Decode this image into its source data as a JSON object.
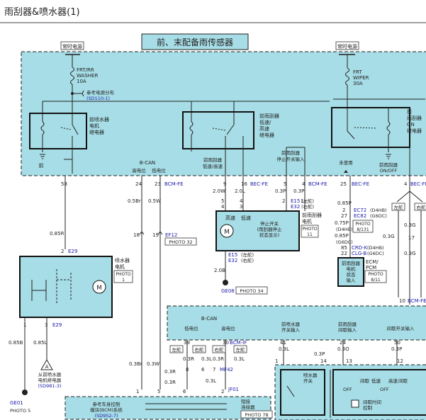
{
  "header": {
    "title": "雨刮器&喷水器(1)"
  },
  "banner": "前、末配备雨传感器",
  "power": {
    "left": {
      "label": "常时电源",
      "fuse": [
        "FRT/RR",
        "WASHER",
        "10A"
      ],
      "ref": "参考电源分布",
      "ref_code": "(SD110-1)"
    },
    "right": {
      "label": "常时电源",
      "fuse": [
        "FRT",
        "WIPER",
        "30A"
      ]
    }
  },
  "relays": {
    "washer": [
      "前喷水器",
      "电机",
      "继电器"
    ],
    "lowhigh": [
      "前雨刮器",
      "低速/",
      "高速",
      "继电器"
    ],
    "onrelay": [
      "前",
      "雨刮器",
      "ON",
      "继电器"
    ]
  },
  "misc": {
    "front": "前",
    "lowhigh_out": [
      "前雨刮器",
      "低速/高速"
    ],
    "stop_input": [
      "前雨刮器",
      "停止开关输入"
    ],
    "unused": "未使用",
    "onoff": [
      "前雨刮器",
      "ON/OFF"
    ],
    "bcan": "B-CAN",
    "low": "低电位",
    "high": "高电位"
  },
  "connectors": {
    "bcm_fe": "BCM-FE",
    "bec_fe": "BEC-FE",
    "ef12": "EF12",
    "photo32": "PHOTO 32",
    "e15": "E15",
    "e32": "E32",
    "left_t": "(左舵)",
    "right_t": "(右舵)",
    "photo11": "PHOTO\n11",
    "photo34": "PHOTO 34",
    "ge08": "GE08",
    "e29": "E29",
    "ge01": "GE01",
    "photo5": "PHOTO 5",
    "photo1": "PHOTO\n1",
    "bcm_if": "BCM-IF",
    "mf42": "MF42",
    "jf01": "JF01",
    "photo78": "PHOTO 78",
    "ec72": "EC72",
    "ec82": "EC82",
    "d4hb": "(D4HB)",
    "g6dc": "(G6DC)",
    "crd": "CRD-K",
    "clg": "CLG-B",
    "photo8_131": "PHOTO\n8/131",
    "photo8_11": "PHOTO\n8/11"
  },
  "components": {
    "washer_motor": [
      "喷水器",
      "电机"
    ],
    "wiper_motor": [
      "前雨刮器",
      "电机"
    ],
    "stop_switch": [
      "停止开关",
      "(雨刮器停止",
      "状态显示)"
    ],
    "motor_low": "低速",
    "motor_high": "高速",
    "from_washer": [
      "从前喷水器",
      "电机继电器",
      "(SD981-3)"
    ],
    "ecm": [
      "前雨刮器",
      "电机",
      "状态",
      "输入"
    ],
    "ecm_pcm": "ECM/\nPCM",
    "bcm": [
      "参考车身控制",
      "模块(BCM)系统",
      "(SD952-7)"
    ],
    "junction": [
      "短接",
      "连接器"
    ],
    "washer_sw": [
      "喷水器",
      "开关"
    ],
    "wiper_sw": {
      "off1": "OFF",
      "low": "低速",
      "high": "高速",
      "off2": "OFF",
      "inter": "间歇",
      "mist": "间歇",
      "delay": "间歇时间",
      "ctrl": "控制"
    },
    "sw_inputs": [
      "前喷水器",
      "开关输入",
      "前雨刮器",
      "间歇输入",
      "间歇开关输入"
    ],
    "low_high_in": "低速 高速"
  },
  "pins": {
    "p58": "58",
    "p24": "24",
    "p23": "23",
    "p9": "9",
    "p16": "16",
    "p5": "5",
    "p4": "4",
    "p25": "25",
    "p18": "18",
    "p19": "19",
    "p2": "2",
    "p1": "1",
    "p3": "3",
    "p39": "39",
    "p30": "30",
    "p41": "41",
    "p50": "50",
    "p8": "8",
    "p7": "7",
    "p6": "6",
    "p14": "14",
    "p17": "17",
    "p10": "10"
  },
  "wires": {
    "r085": "0.85R",
    "br05": "0.5Br",
    "w05": "0.5W",
    "w20": "2.0W",
    "l20": "2.0L",
    "p03": "0.3P",
    "b085": "0.85B",
    "l085": "0.85L",
    "b20": "2.0B",
    "br03": "0.3Br",
    "w03": "0.3W",
    "r03": "0.3R",
    "l03": "0.3L",
    "g03": "0.3G",
    "o03": "0.3O",
    "p085": "0.85P",
    "p075": "0.75P"
  }
}
